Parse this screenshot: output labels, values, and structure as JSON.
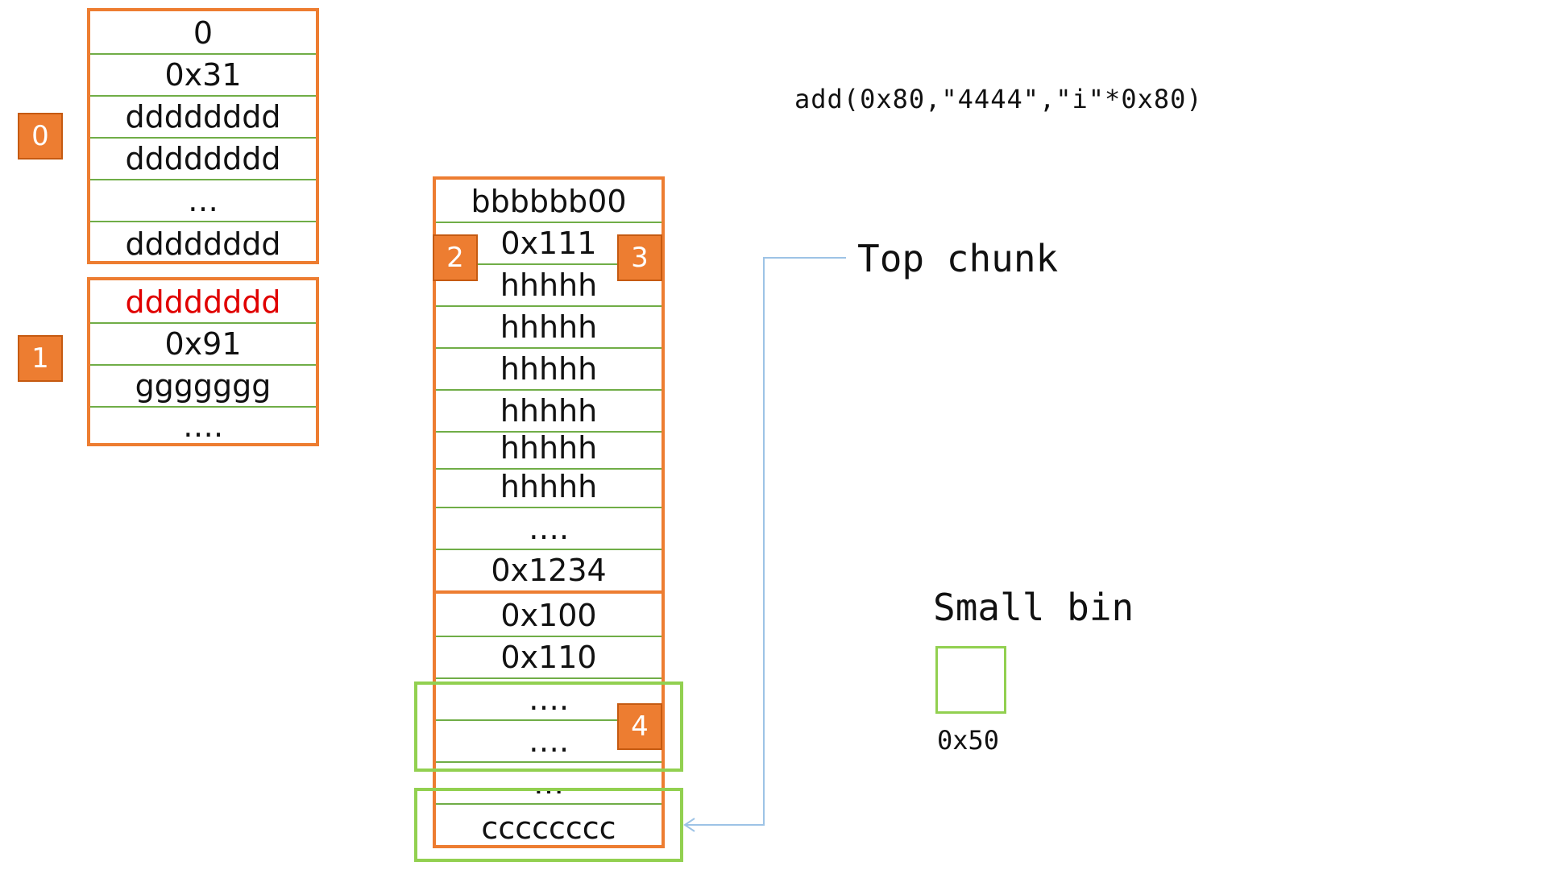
{
  "chunk_0": {
    "badge": "0",
    "cells": [
      "0",
      "0x31",
      "dddddddd",
      "dddddddd",
      "…",
      "dddddddd"
    ]
  },
  "chunk_1": {
    "badge": "1",
    "cells": [
      "dddddddd",
      "0x91",
      "ggggggg",
      "…."
    ],
    "highlight_color": "#E00000"
  },
  "chunk_2": {
    "badge_2": "2",
    "badge_3": "3",
    "badge_4": "4",
    "upper_cells": [
      "bbbbbb00",
      "0x111",
      "hhhhh",
      "hhhhh",
      "hhhhh",
      "hhhhh",
      "hhhhh",
      "hhhhh",
      "….",
      "0x1234"
    ],
    "lower_cells": [
      "0x100",
      "0x110",
      "….",
      "….",
      "…",
      "cccccccc"
    ]
  },
  "command": "add(0x80,\"4444\",\"i\"*0x80)",
  "top_chunk_label": "Top chunk",
  "small_bin": {
    "title": "Small bin",
    "size_label": "0x50"
  },
  "colors": {
    "chunk_border": "#ED7D31",
    "cell_divider": "#70AD47",
    "highlight_box": "#92D050",
    "connector": "#9DC3E6",
    "badge_fill": "#ED7D31"
  }
}
